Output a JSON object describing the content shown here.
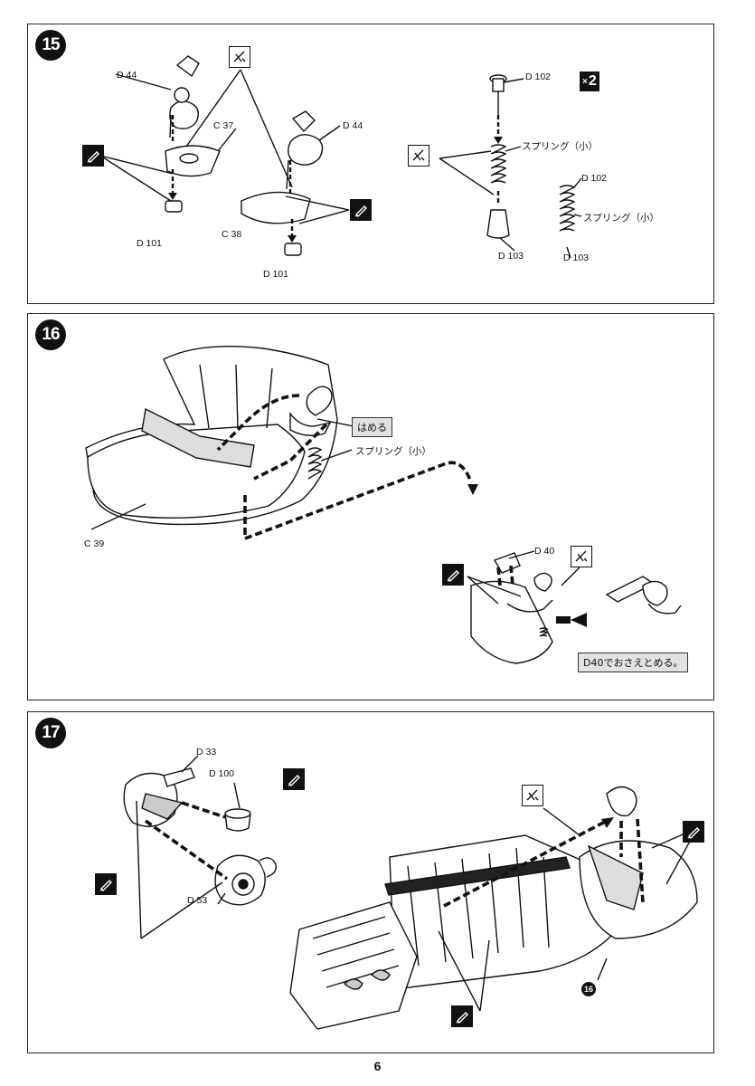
{
  "page_number": "6",
  "steps": [
    {
      "number": "15",
      "labels": {
        "d44_left": "D 44",
        "c37": "C 37",
        "d101_left": "D 101",
        "d44_right": "D 44",
        "c38": "C 38",
        "d101_right": "D 101",
        "d102_top": "D 102",
        "spring_top": "スプリング（小）",
        "d103_left": "D 103",
        "d102_right": "D 102",
        "spring_right": "スプリング（小）",
        "d103_right": "D 103"
      },
      "multiplier": "2"
    },
    {
      "number": "16",
      "labels": {
        "c39": "C 39",
        "spring": "スプリング（小）",
        "d40": "D 40"
      },
      "notes": {
        "insert": "はめる",
        "hold_with_d40": "D40でおさえとめる。"
      }
    },
    {
      "number": "17",
      "labels": {
        "d33": "D 33",
        "d100": "D 100",
        "d53": "D 53"
      },
      "ref_step": "16"
    }
  ],
  "icons": {
    "paint": "paint-brush-icon",
    "cut": "cut-part-icon"
  }
}
